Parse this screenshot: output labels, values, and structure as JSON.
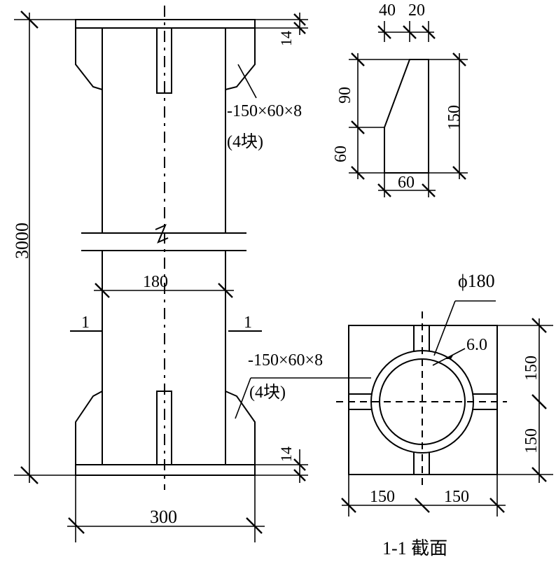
{
  "elevation": {
    "height_dim": "3000",
    "top_plate_thk": "14",
    "bottom_plate_thk": "14",
    "inner_width_dim": "180",
    "base_width_dim": "300",
    "section_mark_left": "1",
    "section_mark_right": "1",
    "stiffener_label_top": "-150×60×8",
    "stiffener_count_top": "(4块)",
    "stiffener_label_bottom": "-150×60×8",
    "stiffener_count_bottom": "(4块)"
  },
  "stiffener_detail": {
    "top_left_dim": "40",
    "top_right_dim": "20",
    "upper_height_dim": "90",
    "lower_height_dim": "60",
    "total_height_dim": "150",
    "bottom_width_dim": "60"
  },
  "section": {
    "pipe_diameter": "ϕ180",
    "wall_thickness": "6.0",
    "upper_half_dim": "150",
    "lower_half_dim": "150",
    "left_half_dim": "150",
    "right_half_dim": "150",
    "title": "1-1 截面"
  }
}
